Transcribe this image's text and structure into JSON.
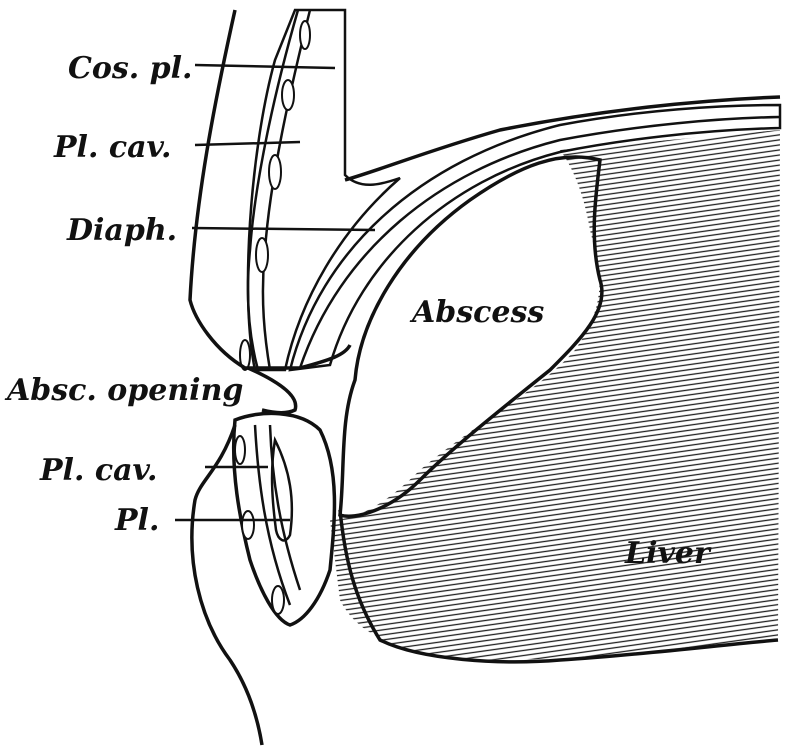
{
  "labels": {
    "costal_pleura": "Cos. pl.",
    "pleural_cavity_upper": "Pl. cav.",
    "diaphragm": "Diaph.",
    "abscess": "Abscess",
    "abscess_opening": "Absc. opening",
    "pleural_cavity_lower": "Pl. cav.",
    "pleura": "Pl.",
    "liver": "Liver"
  }
}
